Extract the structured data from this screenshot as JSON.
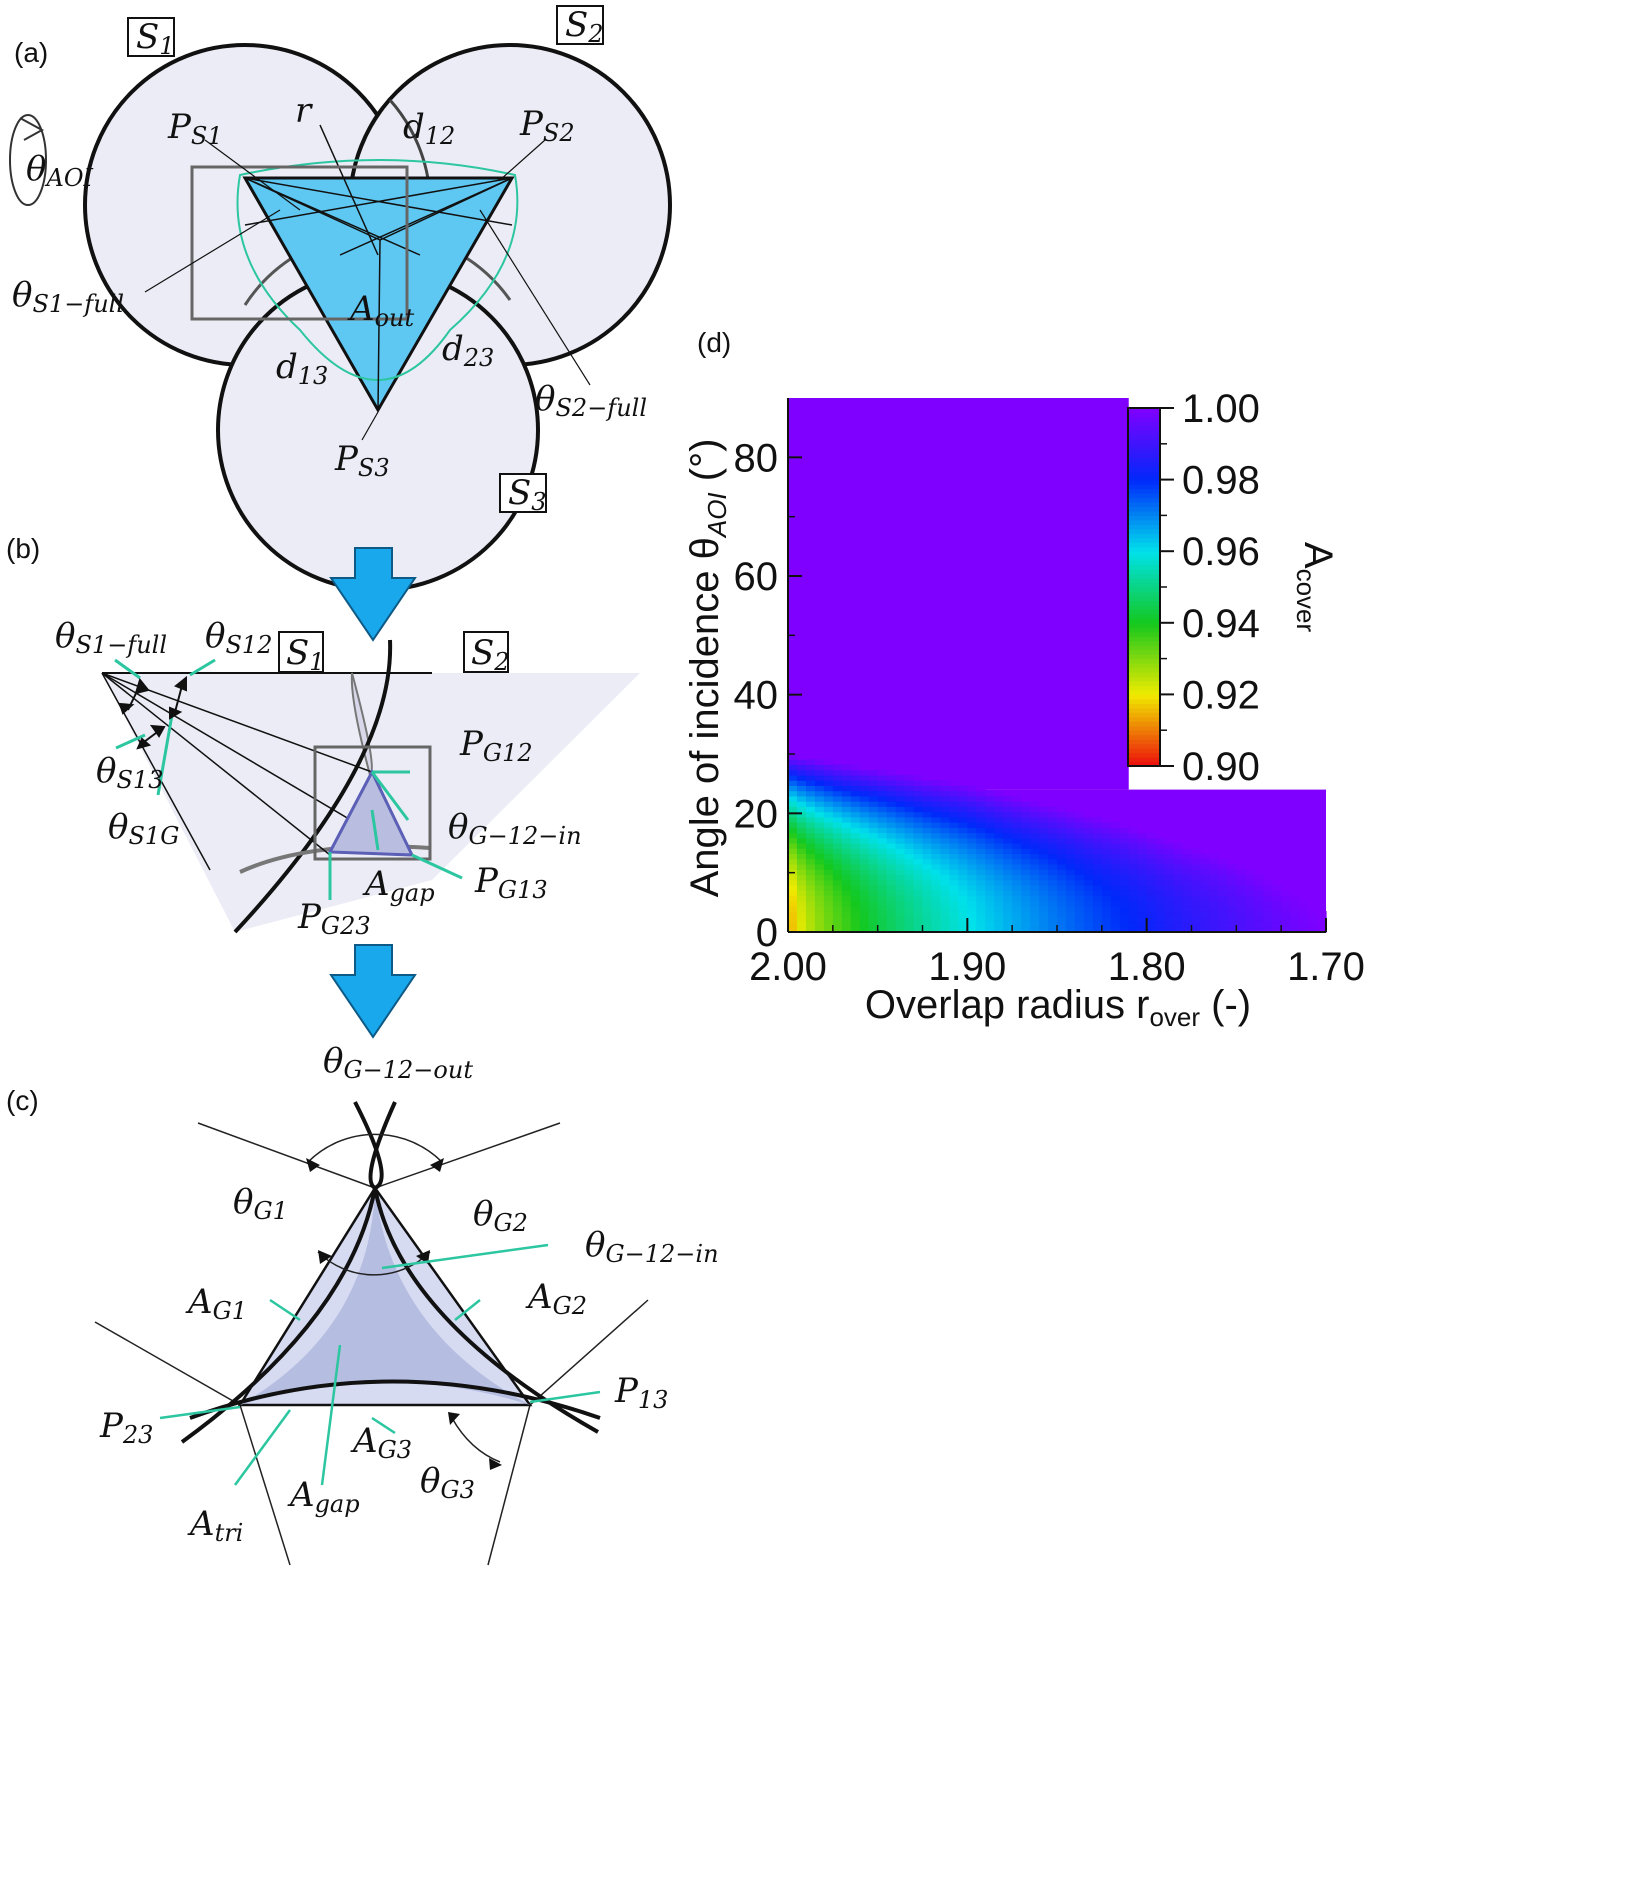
{
  "panels": {
    "a": {
      "label": "(a)",
      "sensor_boxes": [
        {
          "main": "S",
          "sub": "1"
        },
        {
          "main": "S",
          "sub": "2"
        },
        {
          "main": "S",
          "sub": "3"
        }
      ],
      "labels": {
        "ps1": {
          "main": "P",
          "sub": "S1"
        },
        "ps2": {
          "main": "P",
          "sub": "S2"
        },
        "ps3": {
          "main": "P",
          "sub": "S3"
        },
        "r": {
          "main": "r",
          "sub": ""
        },
        "d12": {
          "main": "d",
          "sub": "12"
        },
        "d13": {
          "main": "d",
          "sub": "13"
        },
        "d23": {
          "main": "d",
          "sub": "23"
        },
        "aout": {
          "main": "A",
          "sub": "out"
        },
        "theta_aoi": {
          "main": "θ",
          "sub": "AOI"
        },
        "theta_s1_full": {
          "main": "θ",
          "sub": "S1−full"
        },
        "theta_s2_full": {
          "main": "θ",
          "sub": "S2−full"
        }
      }
    },
    "b": {
      "label": "(b)",
      "sensor_boxes": [
        {
          "main": "S",
          "sub": "1"
        },
        {
          "main": "S",
          "sub": "2"
        }
      ],
      "labels": {
        "theta_s1_full": {
          "main": "θ",
          "sub": "S1−full"
        },
        "theta_s12": {
          "main": "θ",
          "sub": "S12"
        },
        "theta_s13": {
          "main": "θ",
          "sub": "S13"
        },
        "theta_s1g": {
          "main": "θ",
          "sub": "S1G"
        },
        "pg12": {
          "main": "P",
          "sub": "G12"
        },
        "pg13": {
          "main": "P",
          "sub": "G13"
        },
        "pg23": {
          "main": "P",
          "sub": "G23"
        },
        "agap": {
          "main": "A",
          "sub": "gap"
        },
        "theta_g12_in": {
          "main": "θ",
          "sub": "G−12−in"
        },
        "theta_g12_out": {
          "main": "θ",
          "sub": "G−12−out"
        }
      }
    },
    "c": {
      "label": "(c)",
      "labels": {
        "theta_g1": {
          "main": "θ",
          "sub": "G1"
        },
        "theta_g2": {
          "main": "θ",
          "sub": "G2"
        },
        "theta_g3": {
          "main": "θ",
          "sub": "G3"
        },
        "theta_g12_in": {
          "main": "θ",
          "sub": "G−12−in"
        },
        "ag1": {
          "main": "A",
          "sub": "G1"
        },
        "ag2": {
          "main": "A",
          "sub": "G2"
        },
        "ag3": {
          "main": "A",
          "sub": "G3"
        },
        "p13": {
          "main": "P",
          "sub": "13"
        },
        "p23": {
          "main": "P",
          "sub": "23"
        },
        "atri": {
          "main": "A",
          "sub": "tri"
        },
        "agap": {
          "main": "A",
          "sub": "gap"
        }
      }
    },
    "d": {
      "label": "(d)"
    }
  },
  "chart_data": {
    "type": "heatmap",
    "xlabel": {
      "main": "Overlap radius r",
      "sub": "over",
      "tail": " (-)"
    },
    "ylabel": {
      "main": "Angle of incidence θ",
      "sub": "AOI",
      "tail": " (°)"
    },
    "xlim": [
      2.0,
      1.7
    ],
    "ylim": [
      0,
      90
    ],
    "xticks": [
      {
        "v": 2.0,
        "label": "2.00"
      },
      {
        "v": 1.9,
        "label": "1.90"
      },
      {
        "v": 1.8,
        "label": "1.80"
      },
      {
        "v": 1.7,
        "label": "1.70"
      }
    ],
    "yticks": [
      {
        "v": 0,
        "label": "0"
      },
      {
        "v": 20,
        "label": "20"
      },
      {
        "v": 40,
        "label": "40"
      },
      {
        "v": 60,
        "label": "60"
      },
      {
        "v": 80,
        "label": "80"
      }
    ],
    "colorbar": {
      "label": {
        "main": "A",
        "sub": "cover"
      },
      "range": [
        0.9,
        1.0
      ],
      "ticks": [
        {
          "v": 1.0,
          "label": "1.00"
        },
        {
          "v": 0.98,
          "label": "0.98"
        },
        {
          "v": 0.96,
          "label": "0.96"
        },
        {
          "v": 0.94,
          "label": "0.94"
        },
        {
          "v": 0.92,
          "label": "0.92"
        },
        {
          "v": 0.9,
          "label": "0.90"
        }
      ]
    },
    "region_full_coverage": {
      "value": 1.0,
      "upper_x_extent": [
        2.0,
        1.81
      ],
      "upper_y_extent": [
        24,
        90
      ],
      "lower_x_extent": [
        2.0,
        1.7
      ],
      "lower_y_extent": [
        0,
        24
      ]
    },
    "gap_boundary": {
      "r": [
        2.0,
        1.98,
        1.96,
        1.94,
        1.92,
        1.9,
        1.88,
        1.86,
        1.84,
        1.82,
        1.8,
        1.78,
        1.76,
        1.74,
        1.72,
        1.7
      ],
      "theta_max": [
        30,
        29,
        28,
        27,
        26,
        25,
        23.5,
        22,
        20.5,
        19,
        17,
        15,
        13,
        10.5,
        7,
        3
      ]
    },
    "min_value_at": {
      "r": 2.0,
      "theta": 0,
      "value": 0.91
    }
  }
}
